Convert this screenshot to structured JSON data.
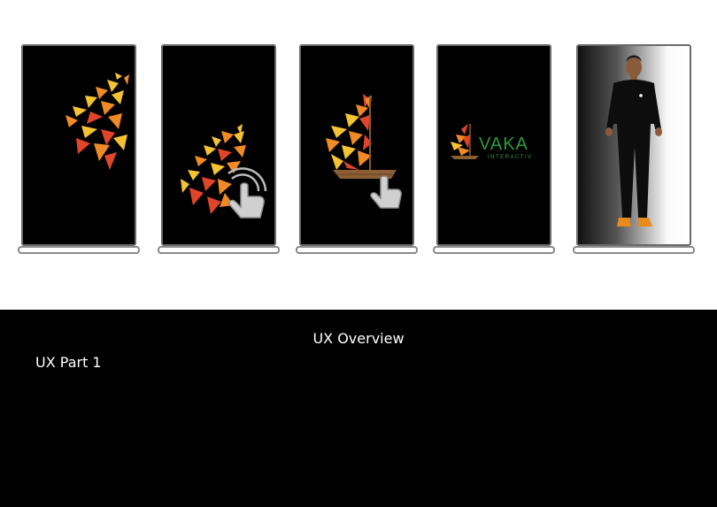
{
  "slide": {
    "title": "UX Overview",
    "subtitle": "UX Part 1"
  },
  "kiosks": [
    {
      "name": "kiosk-1",
      "content": "sail-shards-icon"
    },
    {
      "name": "kiosk-2",
      "content": "sail-shards-touch-icon"
    },
    {
      "name": "kiosk-3",
      "content": "sail-boat-tap-icon"
    },
    {
      "name": "kiosk-4",
      "content": "vaka-logo"
    },
    {
      "name": "kiosk-5",
      "content": "person-photo"
    }
  ],
  "logo": {
    "brand": "VAKA",
    "tagline": "INTERACTIV"
  },
  "colors": {
    "background_top": "#ffffff",
    "background_bottom": "#000000",
    "screen": "#000000",
    "sail_orange": "#f08a24",
    "sail_yellow": "#f5c232",
    "sail_red": "#e0452a",
    "logo_green": "#2e9c3c"
  }
}
